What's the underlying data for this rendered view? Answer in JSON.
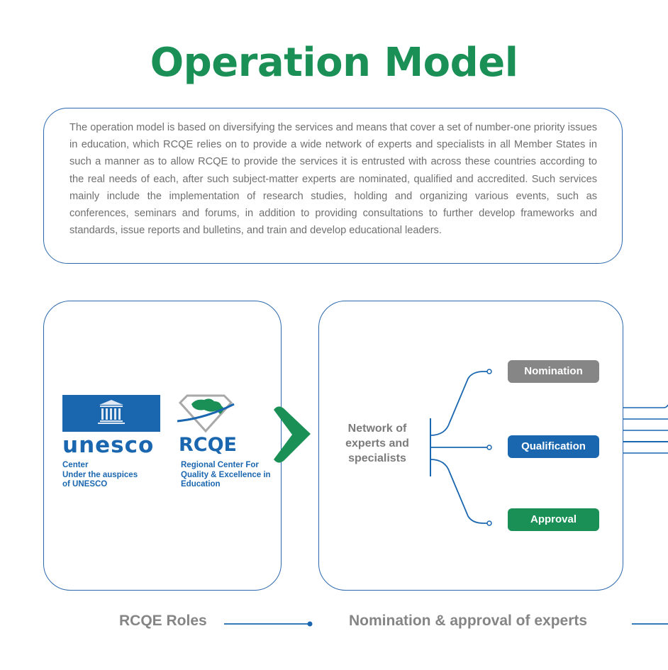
{
  "header": {
    "title": "Operation Model"
  },
  "intro": {
    "text": "The operation model is based on diversifying the services and means that cover a set of number-one priority issues in education, which RCQE relies on to provide a wide network of experts and specialists in all Member States in such a manner as to allow RCQE to provide the services it is entrusted with across these countries according to the real needs of each, after such subject-matter experts are nominated, qualified and accredited. Such services mainly include the implementation of research studies, holding and organizing various events, such as conferences, seminars and forums, in addition to providing consultations to further develop frameworks and standards, issue reports and bulletins, and train and develop educational leaders."
  },
  "logos": {
    "unesco": {
      "logo_text": "UNESCO",
      "word": "unesco",
      "caption_lines": [
        "Center",
        "Under the auspices",
        "of UNESCO"
      ]
    },
    "rcqe": {
      "word": "RCQE",
      "caption_lines": [
        "Regional Center For",
        "Quality & Excellence in",
        "Education"
      ]
    }
  },
  "network": {
    "label_lines": [
      "Network of",
      "experts and",
      "specialists"
    ],
    "steps": [
      {
        "label": "Nomination",
        "color": "#868686"
      },
      {
        "label": "Qualification",
        "color": "#1a67b0"
      },
      {
        "label": "Approval",
        "color": "#1a9056"
      }
    ]
  },
  "footer": {
    "labels": [
      "RCQE Roles",
      "Nomination & approval of experts"
    ]
  },
  "colors": {
    "brand_green": "#1a9056",
    "brand_blue": "#1a67b0",
    "outline_blue": "#2b68ad",
    "text_gray": "#6f6f6f"
  }
}
